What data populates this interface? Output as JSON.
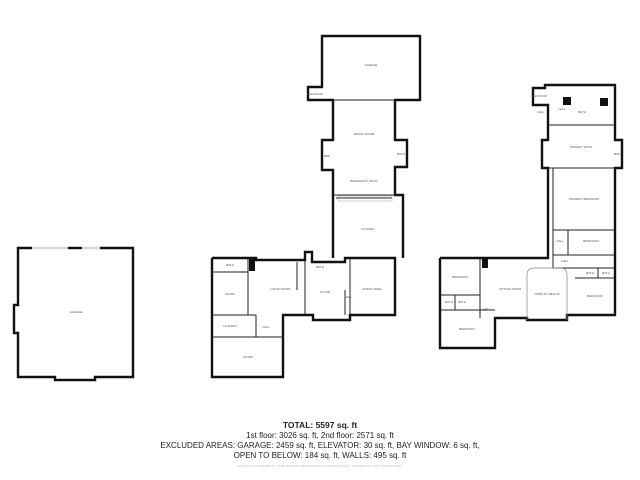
{
  "summary": {
    "total": "TOTAL: 5597 sq. ft",
    "floors": "1st floor: 3026 sq. ft, 2nd floor: 2571 sq. ft",
    "excluded_1": "EXCLUDED AREAS: GARAGE: 2459 sq. ft, ELEVATOR: 30 sq. ft, BAY WINDOW: 6 sq. ft,",
    "excluded_2": "OPEN TO BELOW: 184 sq. ft, WALLS: 495 sq. ft",
    "disclaimer": "FLOOR PLAN CREATED BY CUBICASA APP. MEASUREMENTS DEEMED HIGHLY RELIABLE BUT NOT GUARANTEED."
  },
  "rooms": {
    "garage_detached": "GARAGE",
    "f1": [
      "BATH",
      "ROOM",
      "LAUNDRY",
      "HALL",
      "ROOM",
      "LIVING ROOM",
      "BATH",
      "FOYER",
      "HALL",
      "DINING AREA",
      "KITCHEN",
      "FAMILY ROOM",
      "DEN",
      "BATH",
      "BREAKFAST NOOK",
      "GARAGE",
      "ELEVATOR"
    ],
    "f2": [
      "ELEVATOR",
      "HALL",
      "HALL",
      "BATH",
      "PRIMARY BATH",
      "BATH",
      "PRIMARY BEDROOM",
      "HALL",
      "BEDROOM",
      "HALL",
      "BATH",
      "BATH",
      "BEDROOM",
      "SITTING ROOM",
      "OPEN TO BELOW",
      "BEDROOM",
      "BATH",
      "BATH",
      "HALL",
      "BEDROOM"
    ]
  }
}
